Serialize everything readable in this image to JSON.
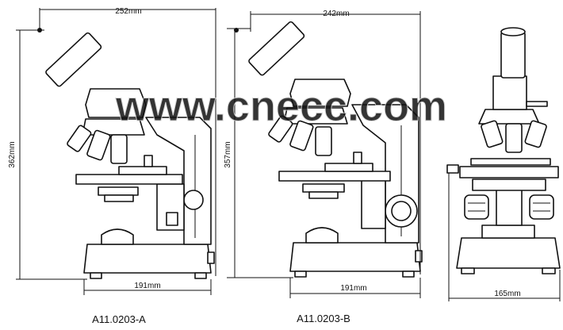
{
  "figure": {
    "watermark": "www.cnecc.com",
    "models": [
      {
        "label": "A11.0203-A",
        "height_label": "362mm",
        "width_label": "252mm",
        "base_label": "191mm"
      },
      {
        "label": "A11.0203-B",
        "height_label": "357mm",
        "width_label": "242mm",
        "base_label": "191mm"
      },
      {
        "label": "",
        "base_label": "165mm"
      }
    ]
  }
}
